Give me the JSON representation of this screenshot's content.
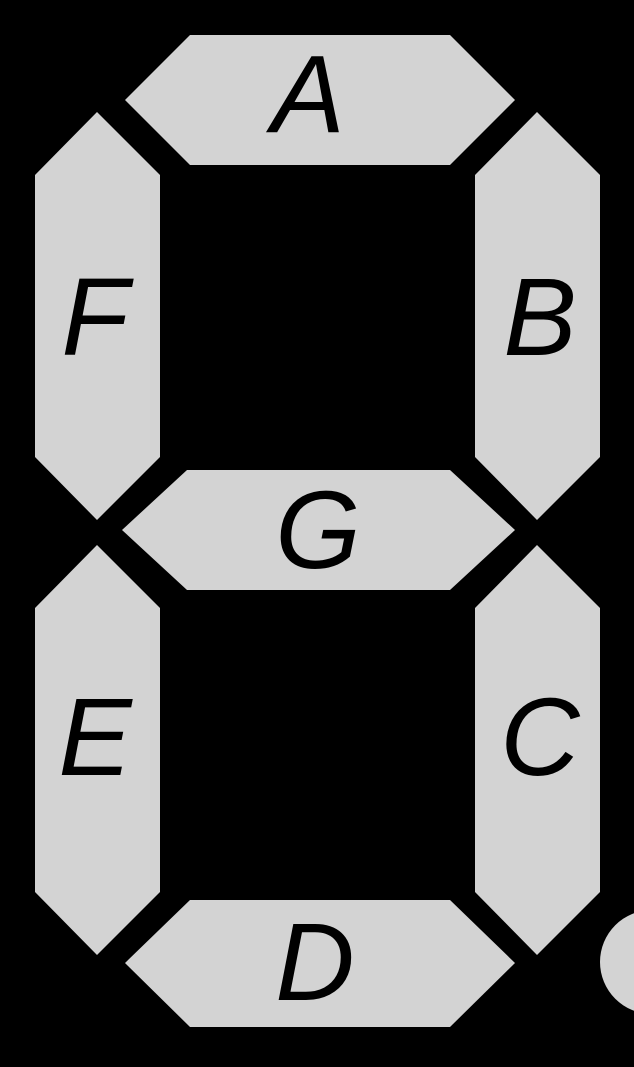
{
  "display": {
    "type": "seven-segment-display-diagram",
    "background_color": "#000000",
    "segment_color": "#d3d3d3",
    "label_color": "#000000",
    "segments": [
      {
        "id": "a",
        "label": "A",
        "position": "top-horizontal"
      },
      {
        "id": "b",
        "label": "B",
        "position": "top-right-vertical"
      },
      {
        "id": "c",
        "label": "C",
        "position": "bottom-right-vertical"
      },
      {
        "id": "d",
        "label": "D",
        "position": "bottom-horizontal"
      },
      {
        "id": "e",
        "label": "E",
        "position": "bottom-left-vertical"
      },
      {
        "id": "f",
        "label": "F",
        "position": "top-left-vertical"
      },
      {
        "id": "g",
        "label": "G",
        "position": "middle-horizontal"
      }
    ],
    "decimal_point": {
      "id": "dp",
      "label": "",
      "position": "bottom-right-corner-partial"
    }
  }
}
